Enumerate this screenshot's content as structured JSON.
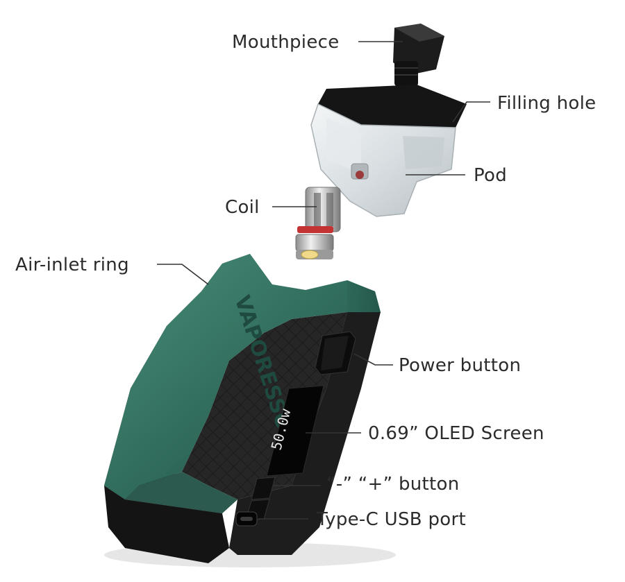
{
  "labels": {
    "mouthpiece": "Mouthpiece",
    "filling_hole": "Filling hole",
    "pod": "Pod",
    "coil": "Coil",
    "air_inlet_ring": "Air-inlet ring",
    "power_button": "Power button",
    "oled_screen": "0.69” OLED Screen",
    "adjust_buttons": "“-” “+” button",
    "usb_port": "Type-C USB port"
  },
  "device": {
    "brand": "VAPORESSO",
    "screen_reading": "50.0w"
  },
  "colors": {
    "body_green": "#3b7a68",
    "body_black": "#1a1a1a",
    "label_text": "#2b2b2b"
  }
}
